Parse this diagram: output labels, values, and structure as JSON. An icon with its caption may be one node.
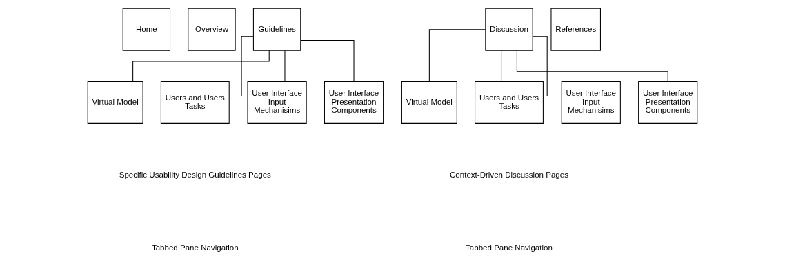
{
  "diagram": {
    "nodes": [
      {
        "text": [
          "Home"
        ]
      },
      {
        "text": [
          "Overview"
        ]
      },
      {
        "text": [
          "Guidelines"
        ]
      },
      {
        "text": [
          "Discussion"
        ]
      },
      {
        "text": [
          "References"
        ]
      },
      {
        "text": [
          "Virtual Model"
        ]
      },
      {
        "text": [
          "Users and Users Tasks"
        ]
      },
      {
        "text": [
          "User Interface Input Mechanisims"
        ]
      },
      {
        "text": [
          "User Interface Presentation Components"
        ]
      },
      {
        "text": [
          "Virtual Model"
        ]
      },
      {
        "text": [
          "Users and Users Tasks"
        ]
      },
      {
        "text": [
          "User Interface Input Mechanisims"
        ]
      },
      {
        "text": [
          "User Interface Presentation Components"
        ]
      }
    ],
    "edges": [
      {
        "from": 2,
        "to": 5,
        "arrow": "none"
      },
      {
        "from": 2,
        "to": 6,
        "arrow": "none"
      },
      {
        "from": 2,
        "to": 7,
        "arrow": "none"
      },
      {
        "from": 2,
        "to": 8,
        "arrow": "none"
      },
      {
        "from": 3,
        "to": 9,
        "arrow": "none"
      },
      {
        "from": 3,
        "to": 10,
        "arrow": "none"
      },
      {
        "from": 3,
        "to": 11,
        "arrow": "none"
      },
      {
        "from": 3,
        "to": 12,
        "arrow": "none"
      }
    ],
    "labels": [
      "Specific Usability Design Guidelines Pages",
      "Context-Driven Discussion Pages",
      "Tabbed Pane Navigation",
      "Tabbed Pane Navigation"
    ]
  }
}
